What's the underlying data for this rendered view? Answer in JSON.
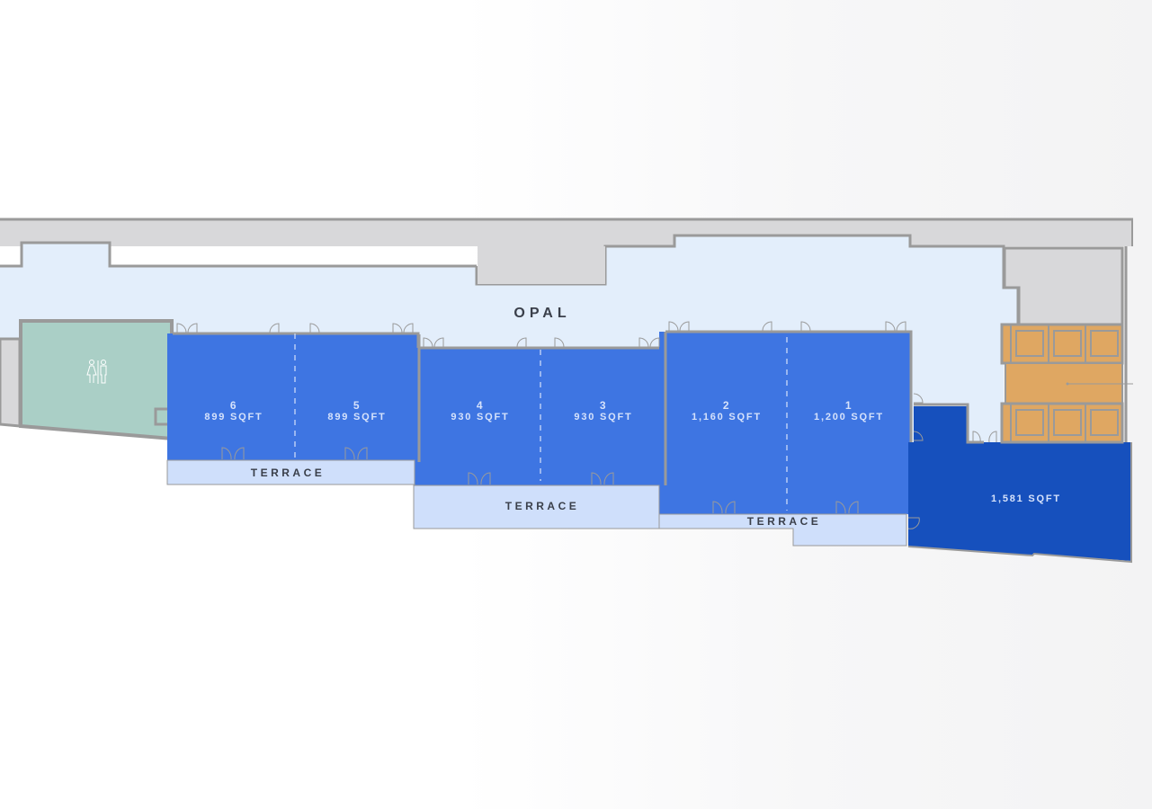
{
  "floor_plan": {
    "title": "OPAL",
    "colors": {
      "corridor": "#e3eefb",
      "wall": "#9a9a9a",
      "service": "#d8d8da",
      "room": "#3e75e2",
      "large_room": "#1650bd",
      "terrace": "#cfdffb",
      "restroom": "#aacfc6",
      "storage": "#dfa762"
    },
    "restroom": {
      "icon": "restroom-icon"
    },
    "rooms": [
      {
        "number": "6",
        "area": "899 SQFT"
      },
      {
        "number": "5",
        "area": "899 SQFT"
      },
      {
        "number": "4",
        "area": "930 SQFT"
      },
      {
        "number": "3",
        "area": "930 SQFT"
      },
      {
        "number": "2",
        "area": "1,160 SQFT"
      },
      {
        "number": "1",
        "area": "1,200 SQFT"
      }
    ],
    "large_room": {
      "area": "1,581 SQFT"
    },
    "terraces": [
      {
        "label": "TERRACE"
      },
      {
        "label": "TERRACE"
      },
      {
        "label": "TERRACE"
      }
    ]
  }
}
